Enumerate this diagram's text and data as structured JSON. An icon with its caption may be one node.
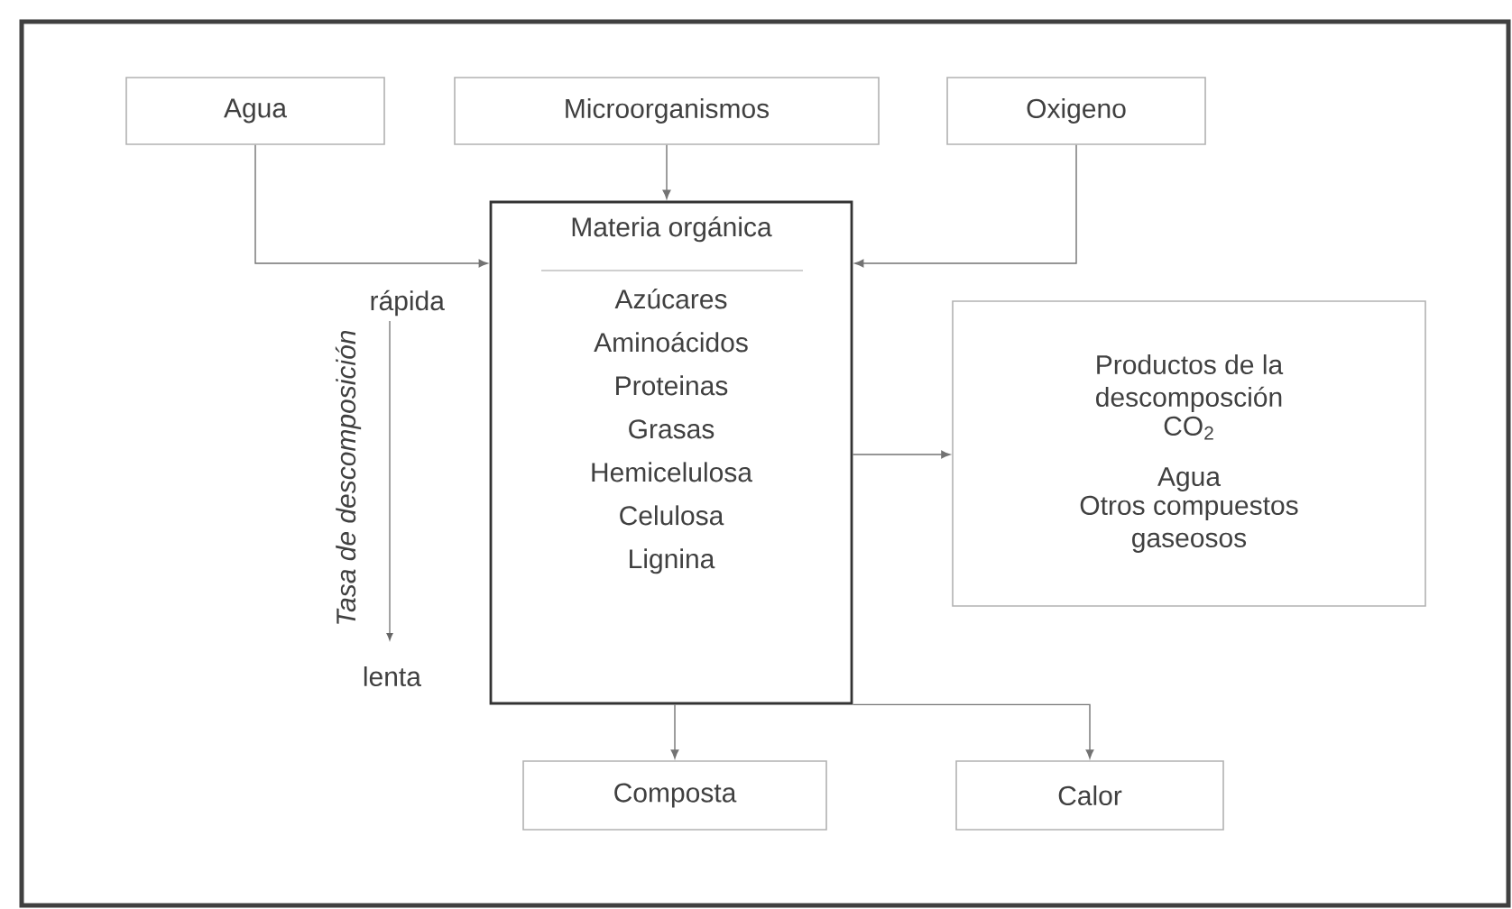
{
  "diagram": {
    "nodes": [
      {
        "text": [
          "Agua"
        ]
      },
      {
        "text": [
          "Microorganismos"
        ]
      },
      {
        "text": [
          "Oxigeno"
        ]
      },
      {
        "text": [
          "Materia orgánica",
          "Azúcares",
          "Aminoácidos",
          "Proteinas",
          "Grasas",
          "Hemicelulosa",
          "Celulosa",
          "Lignina"
        ]
      },
      {
        "text": [
          "Productos de la descomposción",
          "CO$_{2}$",
          "Agua",
          "Otros compuestos gaseosos"
        ]
      },
      {
        "text": [
          "Composta"
        ]
      },
      {
        "text": [
          "Calor"
        ]
      }
    ],
    "edges": [
      {
        "from": 0,
        "to": 3,
        "arrow": "to"
      },
      {
        "from": 1,
        "to": 3,
        "arrow": "to"
      },
      {
        "from": 2,
        "to": 3,
        "arrow": "to"
      },
      {
        "from": 3,
        "to": 4,
        "arrow": "to"
      },
      {
        "from": 3,
        "to": 5,
        "arrow": "to"
      },
      {
        "from": 3,
        "to": 6,
        "arrow": "to"
      }
    ],
    "labels": [
      "rápida",
      "Tasa de descomposición",
      "lenta"
    ]
  }
}
